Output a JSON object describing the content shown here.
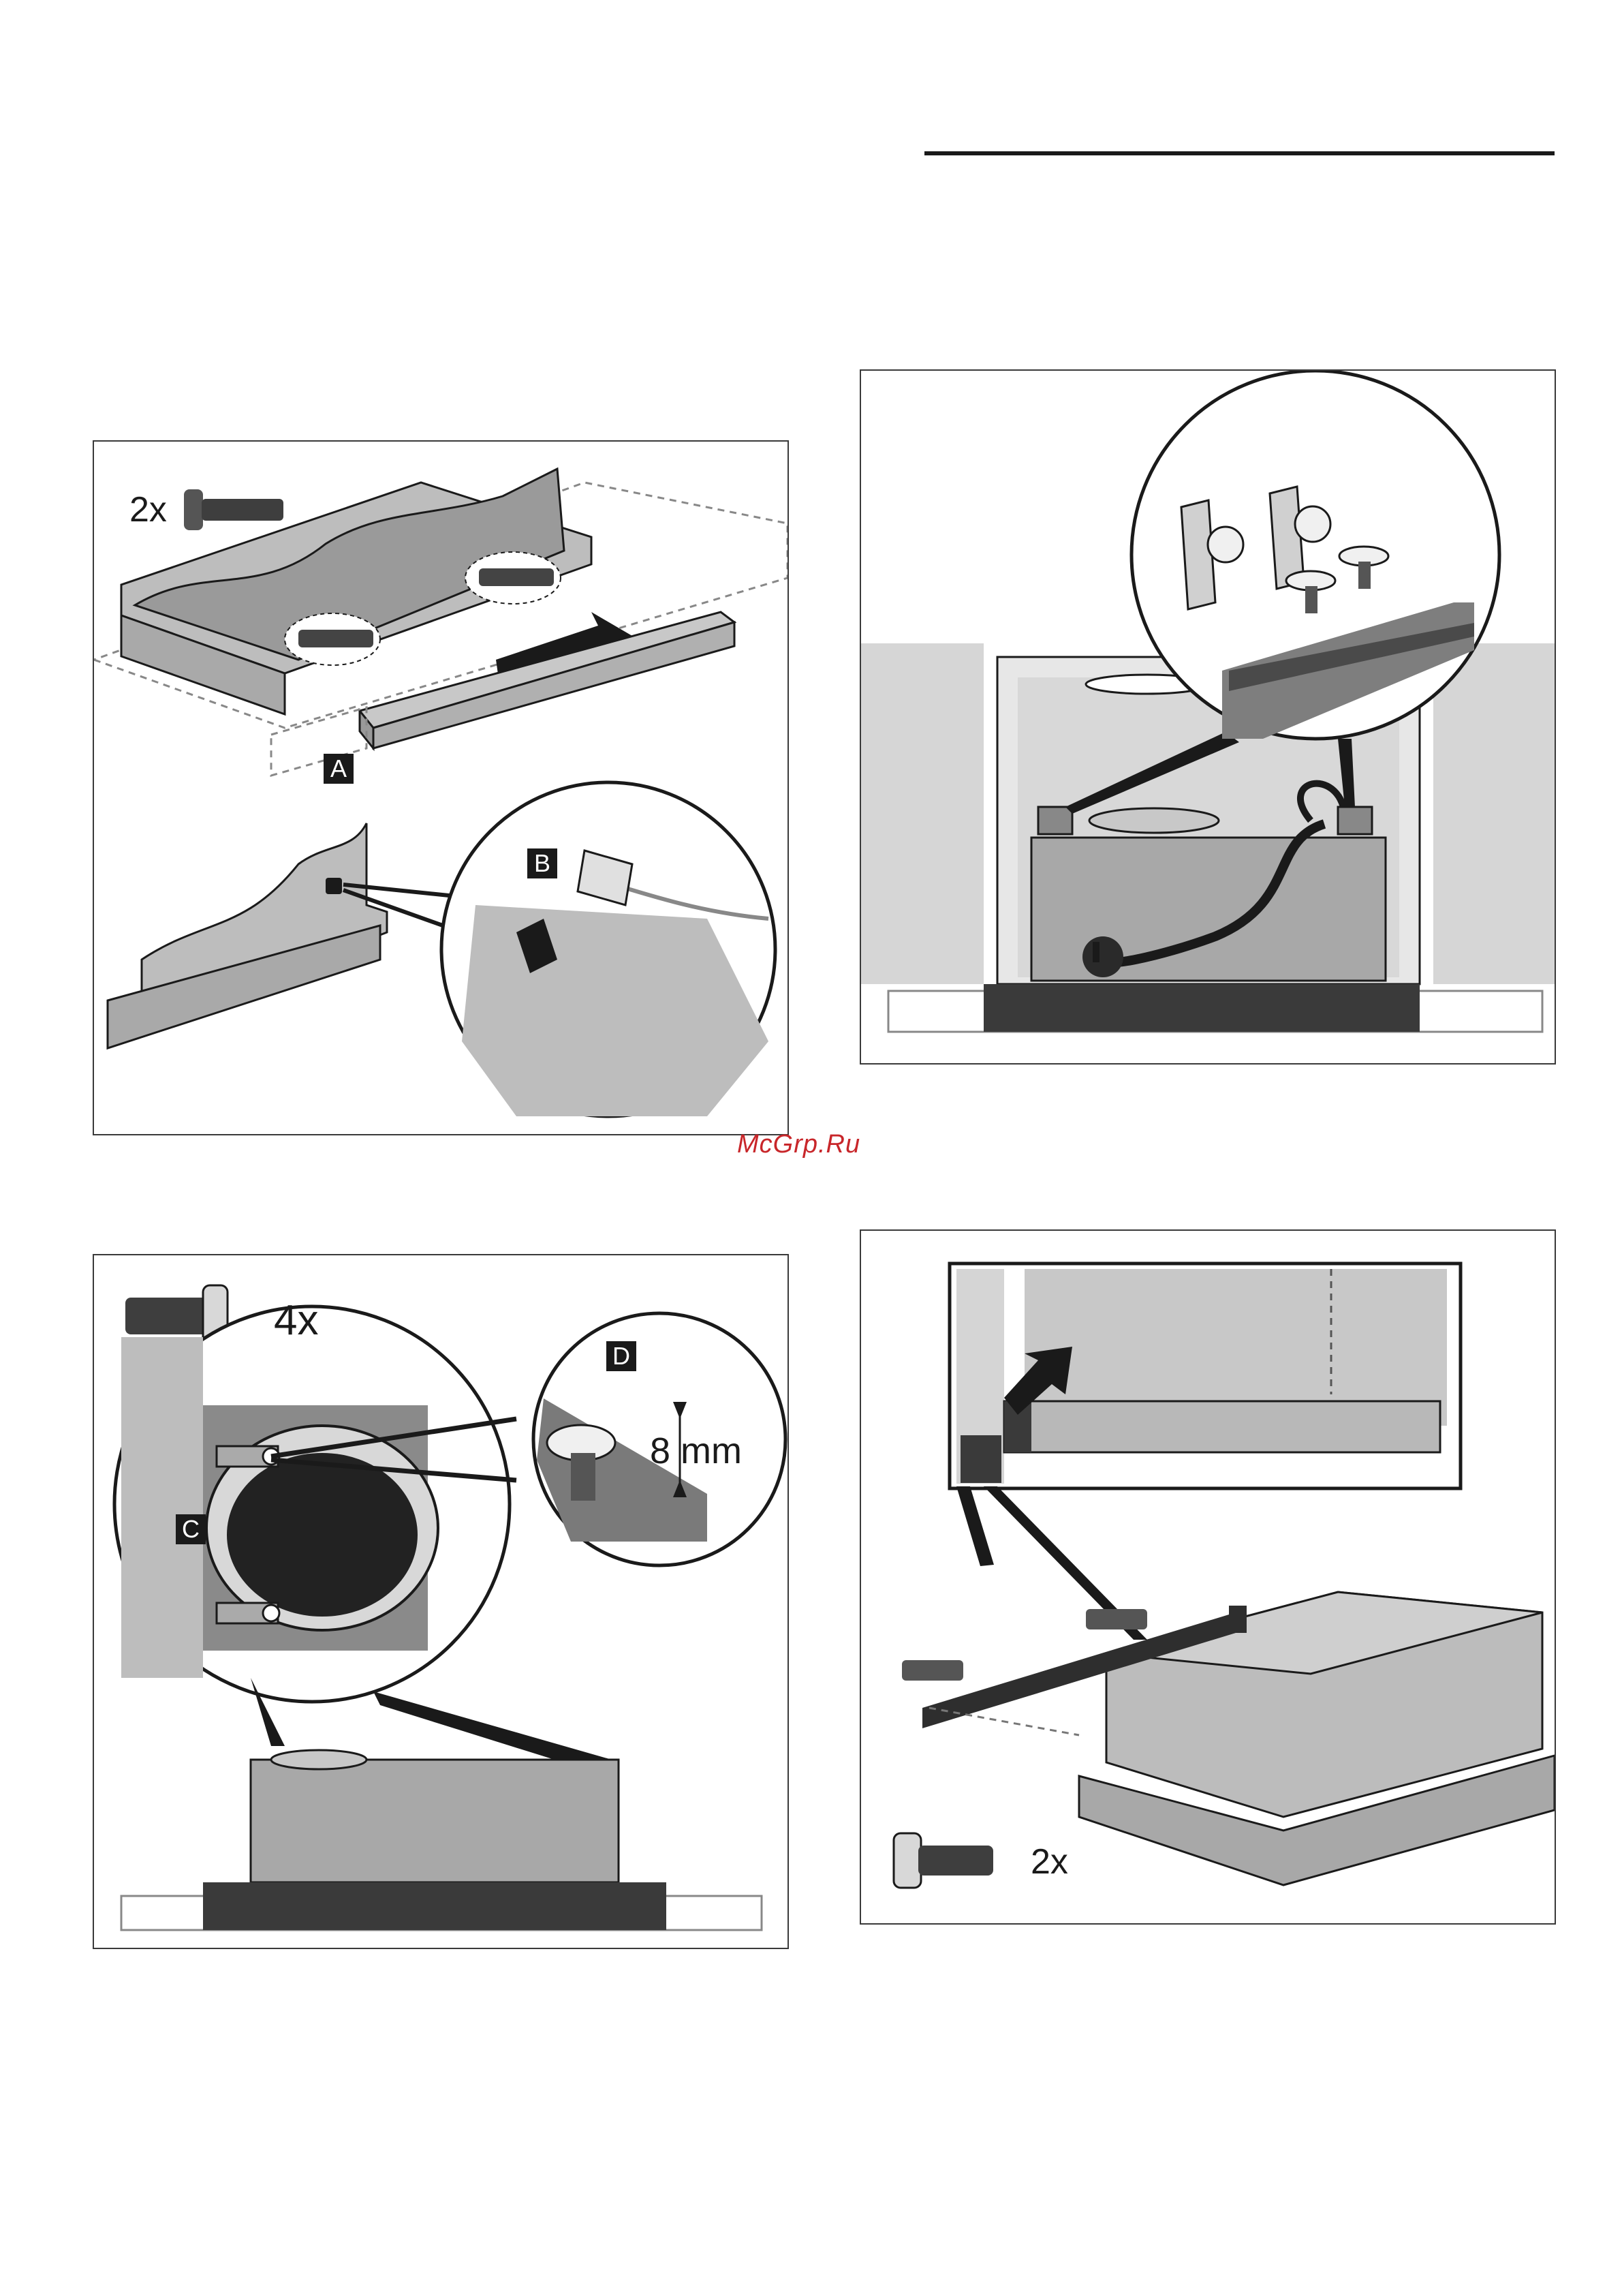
{
  "watermark": "McGrp.Ru",
  "panels": {
    "p1": {
      "qty": "2x",
      "tag_a": "A",
      "tag_b": "B"
    },
    "p2": {},
    "p3": {
      "qty": "4x",
      "tag_c": "C",
      "tag_d": "D",
      "measure": "8 mm"
    },
    "p4": {
      "qty": "2x"
    }
  },
  "colors": {
    "line": "#1a1a1a",
    "panel_grey": "#9a9a9a",
    "dark": "#2e2e2e",
    "watermark": "#c8262a"
  }
}
